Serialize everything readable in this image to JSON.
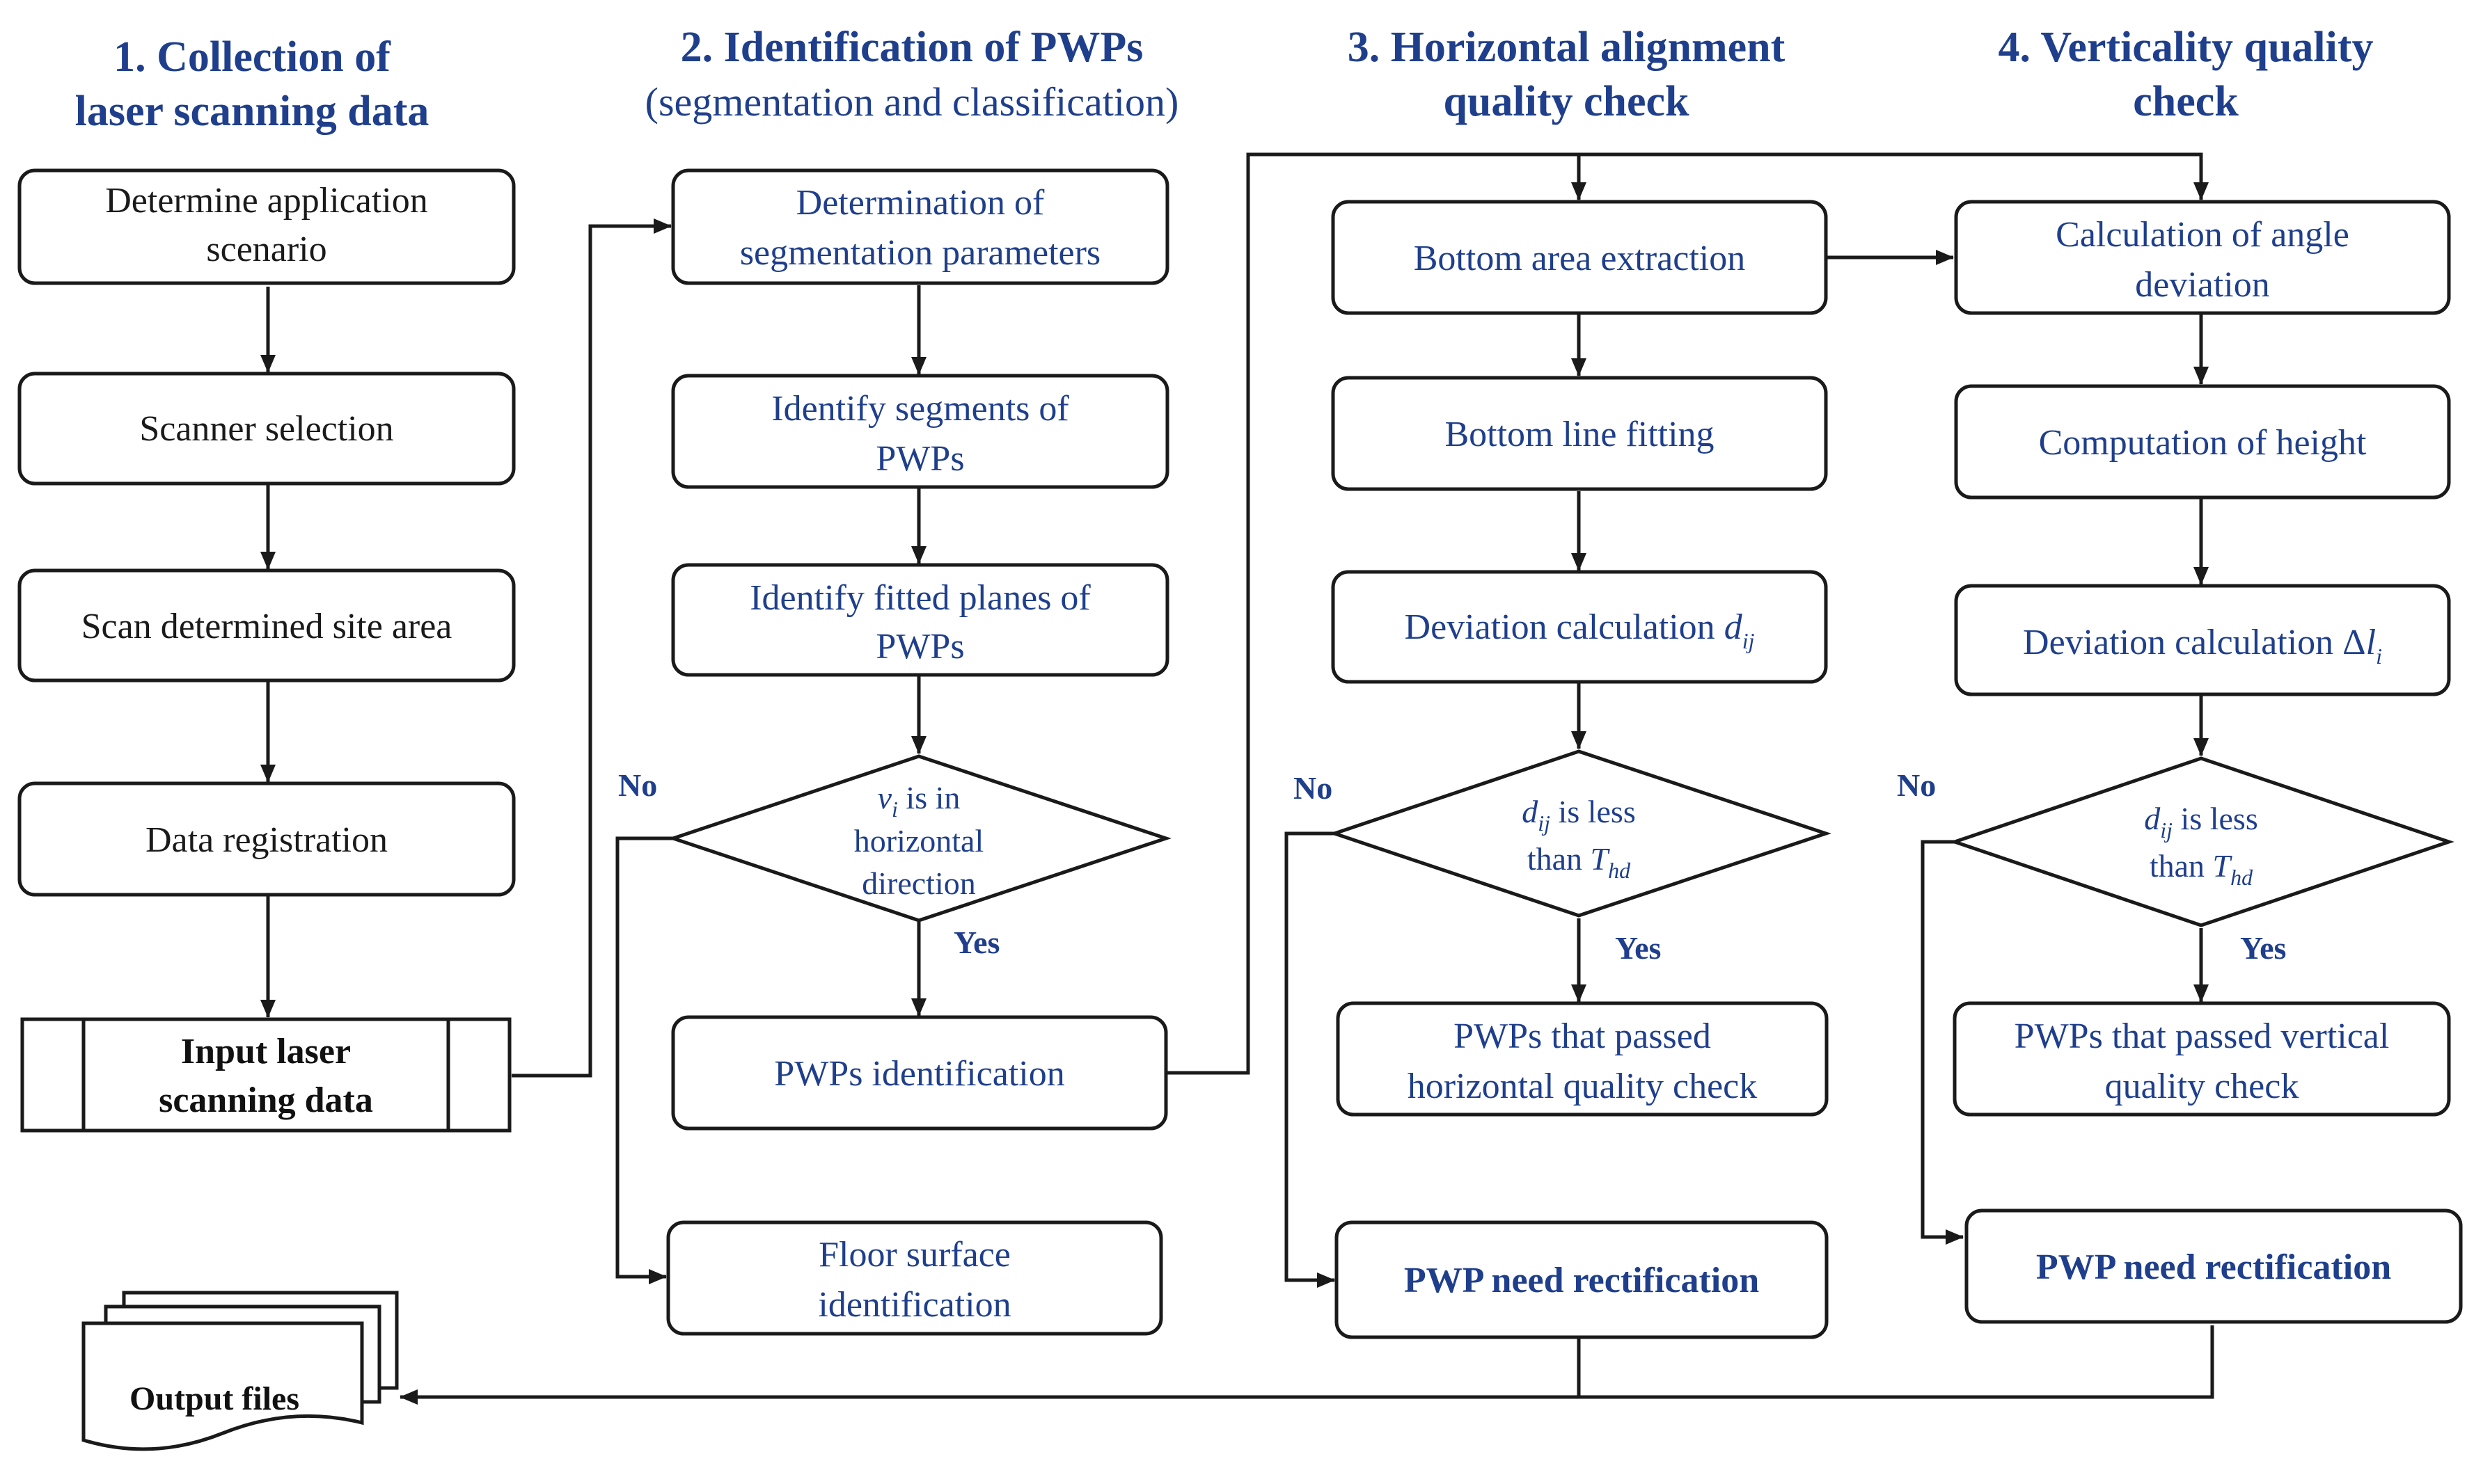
{
  "headers": {
    "h1": {
      "line1": "1.   Collection of",
      "line2": "laser scanning data"
    },
    "h2": {
      "line1": "2. Identification of PWPs",
      "line2": "(segmentation and classification)"
    },
    "h3": {
      "line1": "3. Horizontal alignment",
      "line2": "quality check"
    },
    "h4": {
      "line1": "4. Verticality  quality",
      "line2": "check"
    }
  },
  "nodes": {
    "determine_scenario": {
      "line1": "Determine  application",
      "line2": "scenario"
    },
    "scanner_selection": {
      "line1": "Scanner  selection"
    },
    "scan_site": {
      "line1": "Scan determined  site area"
    },
    "data_registration": {
      "line1": "Data registration"
    },
    "input_data": {
      "line1": "Input laser",
      "line2": "scanning data"
    },
    "seg_params": {
      "line1": "Determination  of",
      "line2": "segmentation  parameters"
    },
    "identify_segments": {
      "line1": "Identify  segments  of",
      "line2": "PWPs"
    },
    "identify_planes": {
      "line1": "Identify  fitted planes of",
      "line2": "PWPs"
    },
    "dec_horizontal": {
      "sym": "v",
      "sub": "i",
      "rest1": " is in",
      "line2": "horizontal",
      "line3": "direction"
    },
    "pwps_identification": {
      "line1": "PWPs identification"
    },
    "floor_surface": {
      "line1": "Floor  surface",
      "line2": "identification"
    },
    "bottom_area": {
      "line1": "Bottom  area  extraction"
    },
    "bottom_line": {
      "line1": "Bottom  line  fitting"
    },
    "deviation_h": {
      "text": "Deviation  calculation ",
      "sym": "d",
      "sub": "ij"
    },
    "dec_h": {
      "sym": "d",
      "sub": "ij",
      "rest1": " is less",
      "text2": "than ",
      "sym2": "T",
      "sub2": "hd"
    },
    "pass_h": {
      "line1": "PWPs that passed",
      "line2": "horizontal  quality check"
    },
    "rect_h": {
      "line1": "PWP need rectification"
    },
    "angle_dev": {
      "line1": "Calculation of angle",
      "line2": "deviation"
    },
    "height": {
      "line1": "Computation  of height"
    },
    "deviation_v": {
      "text": "Deviation  calculation  Δ",
      "sym": "l",
      "sub": "i"
    },
    "dec_v": {
      "sym": "d",
      "sub": "ij",
      "rest1": " is less",
      "text2": "than ",
      "sym2": "T",
      "sub2": "hd"
    },
    "pass_v": {
      "line1": "PWPs that passed  vertical",
      "line2": "quality check"
    },
    "rect_v": {
      "line1": "PWP need rectification"
    },
    "output_files": {
      "line1": "Output files"
    }
  },
  "edge_labels": {
    "no_1": "No",
    "yes_1": "Yes",
    "no_2": "No",
    "yes_2": "Yes",
    "no_3": "No",
    "yes_3": "Yes"
  },
  "colors": {
    "heading_blue": "#1f3f8c",
    "line_black": "#1a1a1a"
  }
}
